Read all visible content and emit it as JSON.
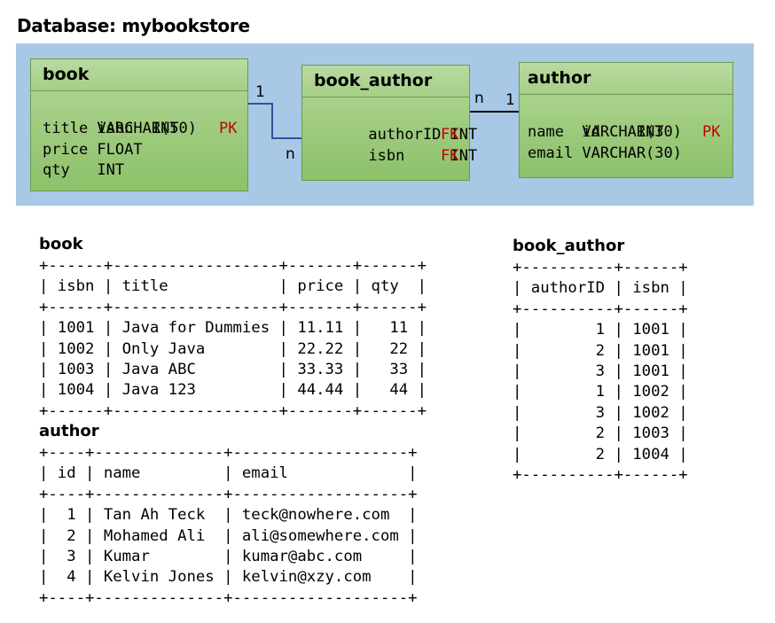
{
  "title": "Database: mybookstore",
  "entities": {
    "book": {
      "name": "book",
      "fields": [
        {
          "text": "isbn  INT",
          "key": "PK"
        },
        {
          "text": "title VARCHAR(50)",
          "key": ""
        },
        {
          "text": "price FLOAT",
          "key": ""
        },
        {
          "text": "qty   INT",
          "key": ""
        }
      ]
    },
    "book_author": {
      "name": "book_author",
      "fields": [
        {
          "text": "authorID INT ",
          "key": "FK"
        },
        {
          "text": "isbn     INT ",
          "key": "FK"
        }
      ]
    },
    "author": {
      "name": "author",
      "fields": [
        {
          "text": "id    INT",
          "key": "PK"
        },
        {
          "text": "name  VARCHAR(30)",
          "key": ""
        },
        {
          "text": "email VARCHAR(30)",
          "key": ""
        }
      ]
    }
  },
  "relations": {
    "book_side": "1",
    "book_author_from_book": "n",
    "book_author_to_author": "n",
    "author_side": "1"
  },
  "tables": {
    "book": {
      "title": "book",
      "rows": [
        "+------+------------------+-------+------+",
        "| isbn | title            | price | qty  |",
        "+------+------------------+-------+------+",
        "| 1001 | Java for Dummies | 11.11 |   11 |",
        "| 1002 | Only Java        | 22.22 |   22 |",
        "| 1003 | Java ABC         | 33.33 |   33 |",
        "| 1004 | Java 123         | 44.44 |   44 |",
        "+------+------------------+-------+------+"
      ]
    },
    "author": {
      "title": "author",
      "rows": [
        "+----+--------------+-------------------+",
        "| id | name         | email             |",
        "+----+--------------+-------------------+",
        "|  1 | Tan Ah Teck  | teck@nowhere.com  |",
        "|  2 | Mohamed Ali  | ali@somewhere.com |",
        "|  3 | Kumar        | kumar@abc.com     |",
        "|  4 | Kelvin Jones | kelvin@xzy.com    |",
        "+----+--------------+-------------------+"
      ]
    },
    "book_author": {
      "title": "book_author",
      "rows": [
        "+----------+------+",
        "| authorID | isbn |",
        "+----------+------+",
        "|        1 | 1001 |",
        "|        2 | 1001 |",
        "|        3 | 1001 |",
        "|        1 | 1002 |",
        "|        3 | 1002 |",
        "|        2 | 1003 |",
        "|        2 | 1004 |",
        "+----------+------+"
      ]
    }
  },
  "colors": {
    "diagram_background": "#a9c8e6",
    "entity_fill": "#9fcb7f",
    "entity_border": "#6a9b4e",
    "key_text": "#c00000",
    "connector_book": "#2f5597",
    "connector_author": "#000000"
  }
}
